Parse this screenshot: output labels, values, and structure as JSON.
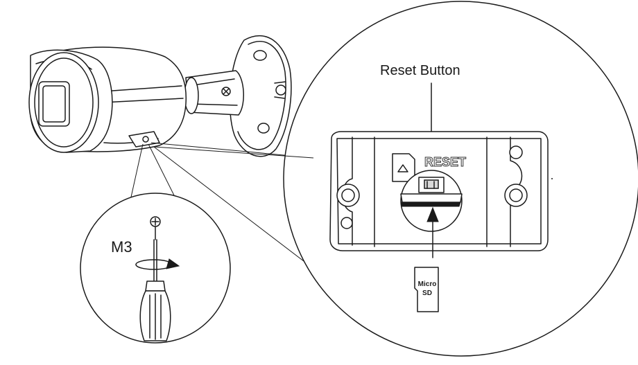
{
  "labels": {
    "reset_button": "Reset Button",
    "reset_marking": "RESET",
    "screw_size": "M3",
    "microsd_line1": "Micro",
    "microsd_line2": "SD"
  },
  "icons": {
    "sd_card_slot": "sd-card-icon",
    "screw_head": "phillips-screw-icon",
    "rotation": "rotate-arrow-icon",
    "insert_direction": "arrow-up-icon",
    "tool": "screwdriver-icon"
  },
  "colors": {
    "line": "#1a1a1a",
    "background": "#ffffff"
  }
}
